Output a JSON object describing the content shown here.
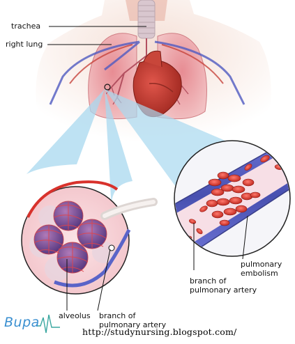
{
  "labels": {
    "trachea": "trachea",
    "right_lung": "right lung",
    "pulmonary_embolism_line1": "pulmonary",
    "pulmonary_embolism_line2": "embolism",
    "branch_right_line1": "branch of",
    "branch_right_line2": "pulmonary artery",
    "alveolus": "alveolus",
    "branch_left_line1": "branch of",
    "branch_left_line2": "pulmonary artery"
  },
  "brand": "Bupa",
  "url": "http://studynursing.blogspot.com/",
  "colors": {
    "artery": "#d8322c",
    "vein": "#5a64c8",
    "lung": "#e9a2a6",
    "callout": "#a8d8ef",
    "brand": "#3a8fd0"
  }
}
